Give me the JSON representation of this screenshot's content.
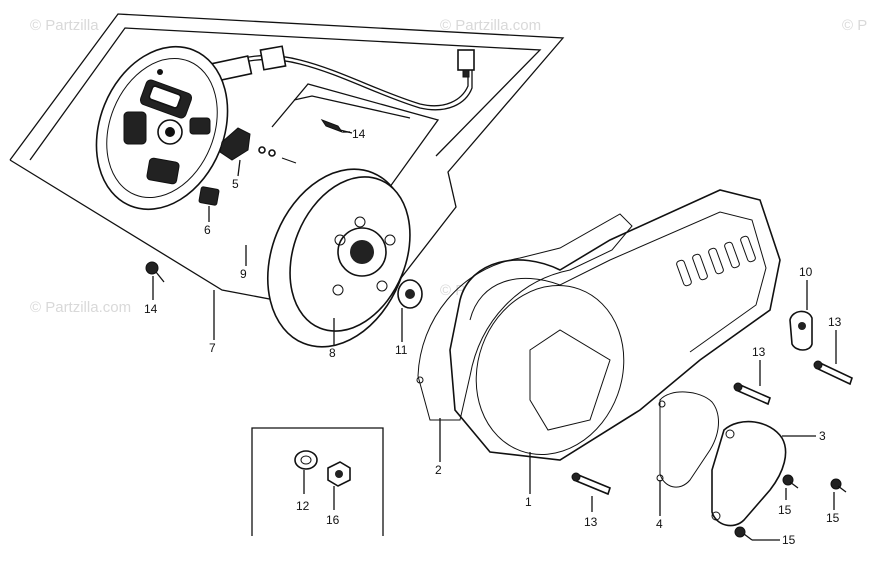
{
  "watermark": {
    "text_main": "© Partzilla.com",
    "text_edge_left": "© Partzilla",
    "text_edge_right": "© P"
  },
  "callouts": {
    "c1": "1",
    "c2": "2",
    "c3": "3",
    "c4": "4",
    "c5": "5",
    "c6": "6",
    "c7": "7",
    "c8": "8",
    "c9": "9",
    "c10": "10",
    "c11": "11",
    "c12": "12",
    "c13a": "13",
    "c13b": "13",
    "c13c": "13",
    "c14a": "14",
    "c14b": "14",
    "c15a": "15",
    "c15b": "15",
    "c15c": "15",
    "c16": "16"
  }
}
